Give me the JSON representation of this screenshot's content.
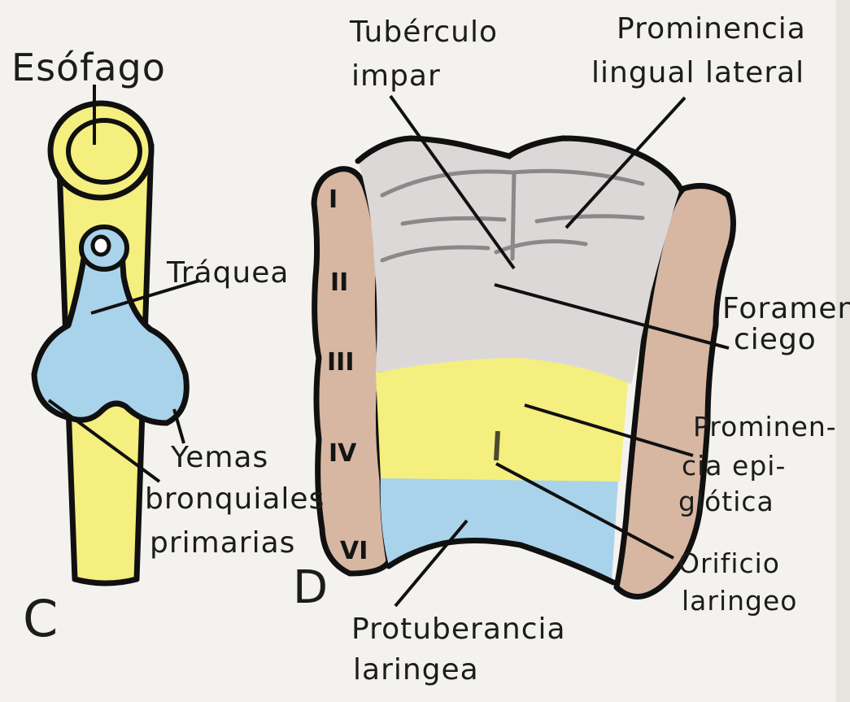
{
  "panel_c": {
    "letter": "C",
    "labels": {
      "esofago": "Esófago",
      "traquea": "Tráquea",
      "yemas": "Yemas",
      "bronquiales": "bronquiales",
      "primarias": "primarias"
    }
  },
  "panel_d": {
    "letter": "D",
    "labels": {
      "tuberculo_1": "Tubérculo",
      "tuberculo_2": "impar",
      "prom_lingual_1": "Prominencia",
      "prom_lingual_2": "lingual lateral",
      "foramen_1": "Foramen",
      "foramen_2": "ciego",
      "prom_epi_1": "Prominen-",
      "prom_epi_2": "cia epi-",
      "prom_epi_3": "glótica",
      "orificio_1": "Orificio",
      "orificio_2": "laringeo",
      "protuberancia_1": "Protuberancia",
      "protuberancia_2": "laringea"
    },
    "arch_numbers": [
      "I",
      "II",
      "III",
      "IV",
      "VI"
    ]
  },
  "colors": {
    "yellow": "#f4ef7e",
    "blue": "#a9d3ea",
    "gray": "#ddd8d8",
    "brown": "#d7b7a2",
    "outline": "#101010",
    "paper": "#f3f2ee"
  }
}
